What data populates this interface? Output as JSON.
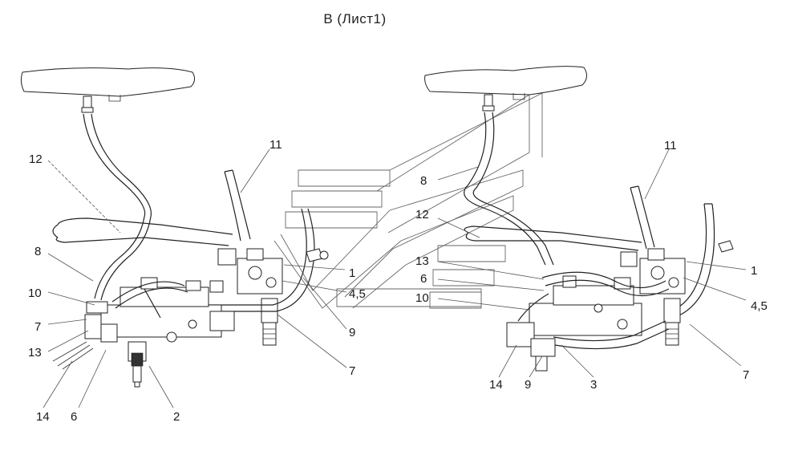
{
  "title": "В (Лист1)",
  "callouts_left": {
    "c12": "12",
    "c8": "8",
    "c10": "10",
    "c7a": "7",
    "c13": "13",
    "c14": "14",
    "c6": "6",
    "c2": "2",
    "c11": "11",
    "c1": "1",
    "c45": "4,5",
    "c9": "9",
    "c7b": "7"
  },
  "callouts_right": {
    "c8": "8",
    "c12": "12",
    "c13": "13",
    "c6": "6",
    "c10": "10",
    "c11": "11",
    "c1": "1",
    "c45": "4,5",
    "c7": "7",
    "c14": "14",
    "c9": "9",
    "c3": "3"
  }
}
